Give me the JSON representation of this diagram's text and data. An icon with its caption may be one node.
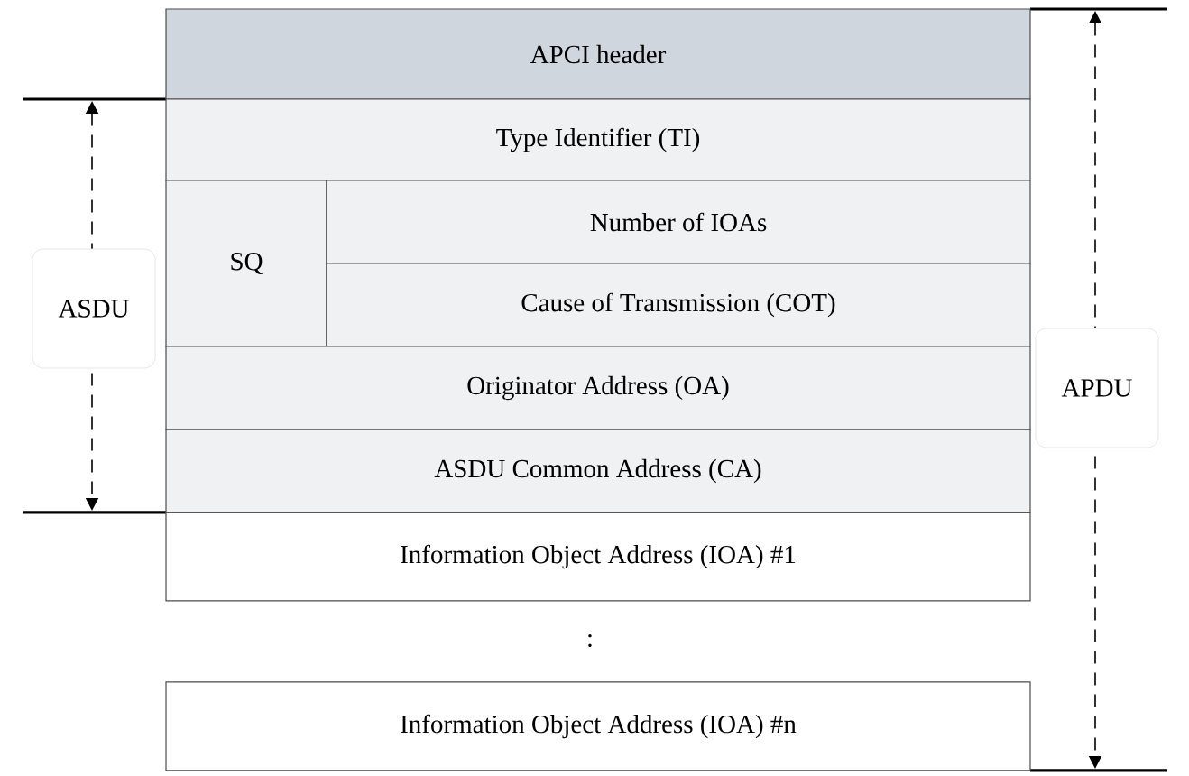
{
  "diagram": {
    "nodes": [
      {
        "text": [
          "APCI header"
        ]
      },
      {
        "text": [
          "Type Identifier (TI)"
        ]
      },
      {
        "text": [
          "SQ"
        ]
      },
      {
        "text": [
          "Number of IOAs"
        ]
      },
      {
        "text": [
          "Cause of Transmission (COT)"
        ]
      },
      {
        "text": [
          "Originator Address (OA)"
        ]
      },
      {
        "text": [
          "ASDU Common Address (CA)"
        ]
      },
      {
        "text": [
          "Information Object Address (IOA) #1"
        ]
      },
      {
        "text": [
          "Information Object Address (IOA) #n"
        ]
      }
    ],
    "labels": [
      "ASDU",
      "APDU",
      ":"
    ]
  }
}
